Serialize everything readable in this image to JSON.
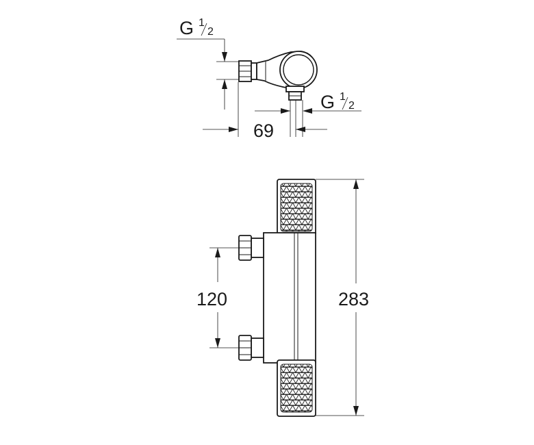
{
  "dimensions": {
    "thread_inlet_top": {
      "prefix": "G",
      "numerator": "1",
      "denominator": "2"
    },
    "thread_outlet_bottom": {
      "prefix": "G",
      "numerator": "1",
      "denominator": "2"
    },
    "depth_offset": "69",
    "inlet_spacing": "120",
    "overall_height": "283"
  },
  "colors": {
    "line": "#1a1a1a",
    "background": "#ffffff"
  }
}
